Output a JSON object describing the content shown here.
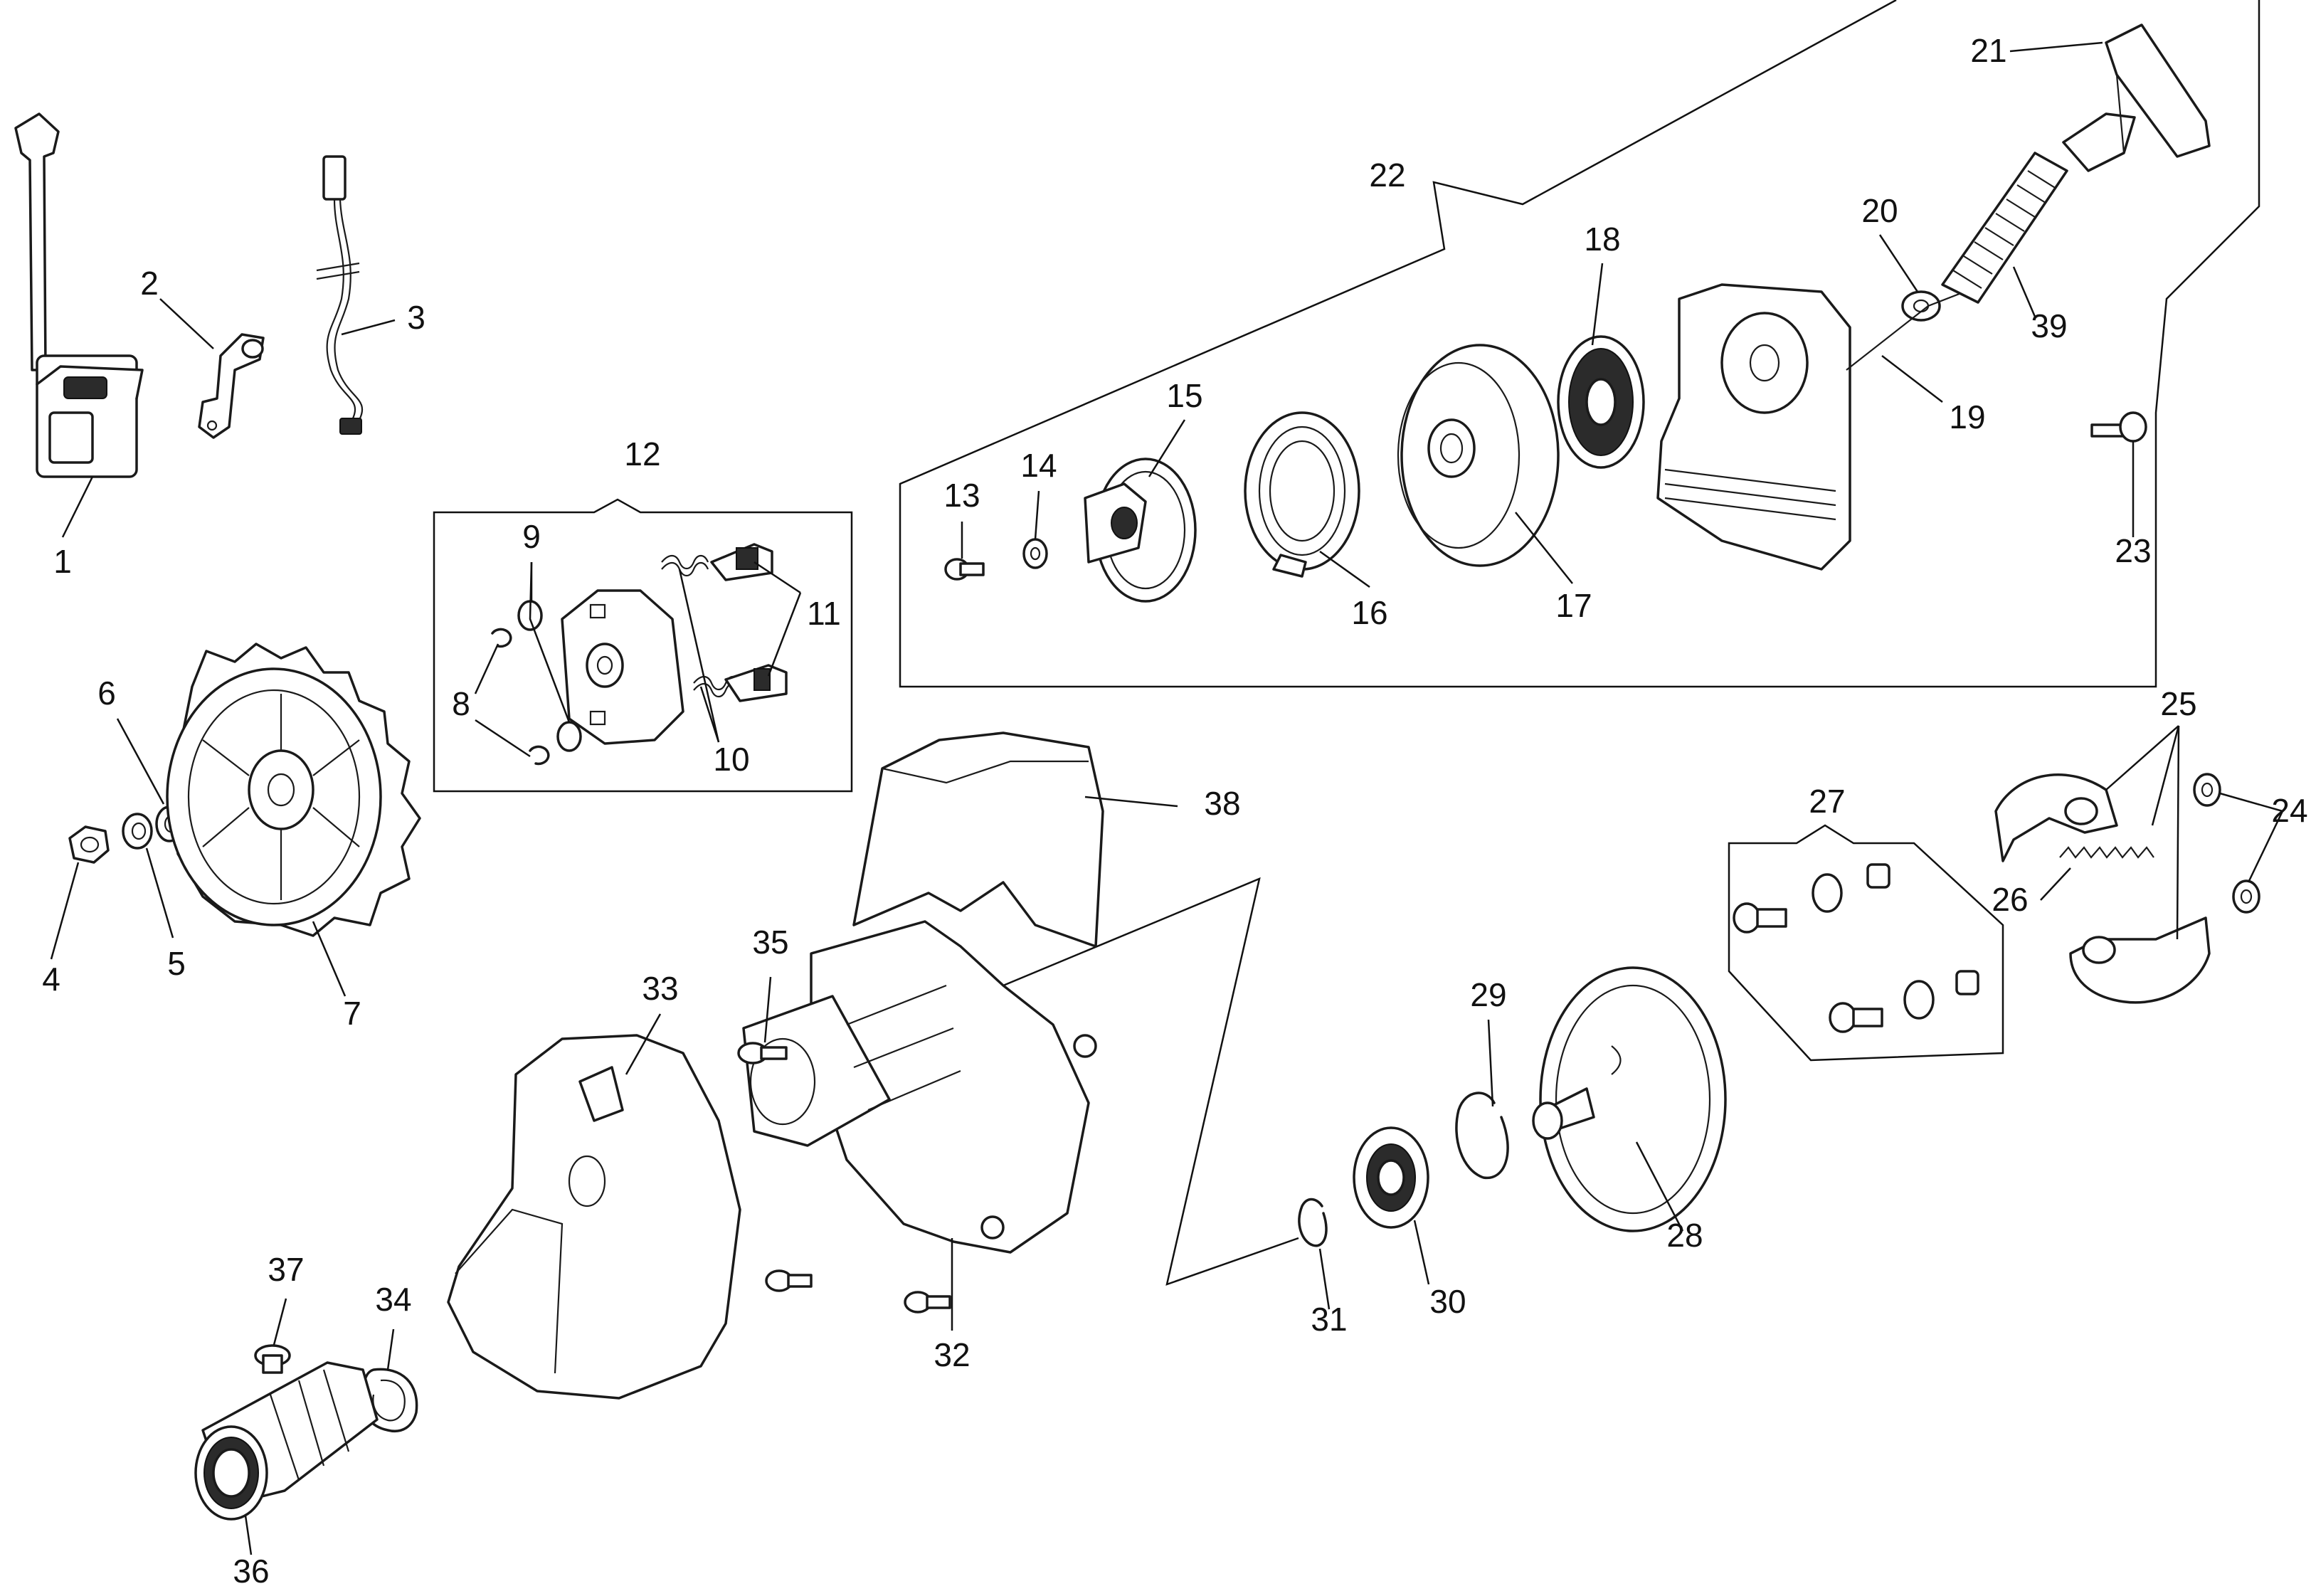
{
  "labels": {
    "l1": "1",
    "l2": "2",
    "l3": "3",
    "l4": "4",
    "l5": "5",
    "l6": "6",
    "l7": "7",
    "l8": "8",
    "l9": "9",
    "l10": "10",
    "l11": "11",
    "l12": "12",
    "l13": "13",
    "l14": "14",
    "l15": "15",
    "l16": "16",
    "l17": "17",
    "l18": "18",
    "l19": "19",
    "l20": "20",
    "l21": "21",
    "l22": "22",
    "l23": "23",
    "l24": "24",
    "l25": "25",
    "l26": "26",
    "l27": "27",
    "l28": "28",
    "l29": "29",
    "l30": "30",
    "l31": "31",
    "l32": "32",
    "l33": "33",
    "l34": "34",
    "l35": "35",
    "l36": "36",
    "l37": "37",
    "l38": "38",
    "l39": "39"
  },
  "colors": {
    "line": "#1a1a1a",
    "background": "#ffffff"
  }
}
